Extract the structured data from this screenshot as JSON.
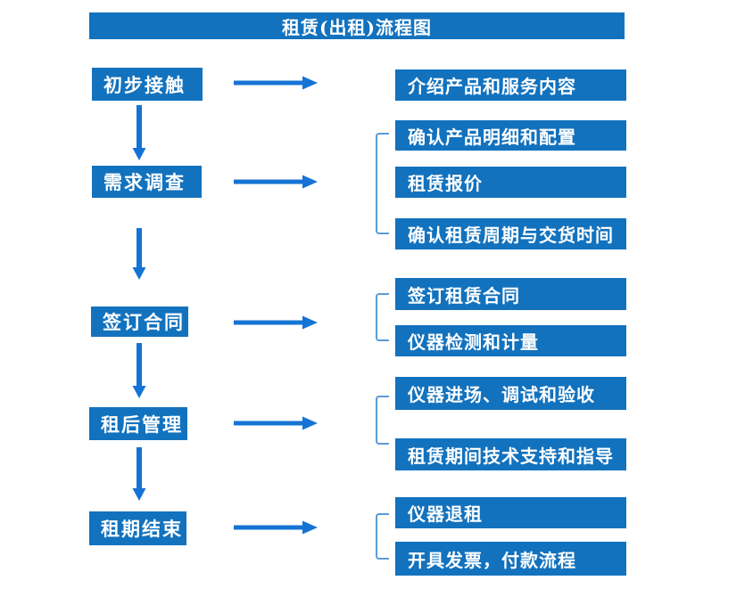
{
  "title": "租赁(出租)流程图",
  "colors": {
    "box_blue": "#1272BE",
    "arrow_blue": "#1573D4",
    "bracket_blue": "#5B9BD5",
    "text_white": "#FFFFFF"
  },
  "stages": [
    {
      "label": "初步接触",
      "details": [
        "介绍产品和服务内容"
      ]
    },
    {
      "label": "需求调查",
      "details": [
        "确认产品明细和配置",
        "租赁报价",
        "确认租赁周期与交货时间"
      ]
    },
    {
      "label": "签订合同",
      "details": [
        "签订租赁合同",
        "仪器检测和计量"
      ]
    },
    {
      "label": "租后管理",
      "details": [
        "仪器进场、调试和验收",
        "租赁期间技术支持和指导"
      ]
    },
    {
      "label": "租期结束",
      "details": [
        "仪器退租",
        "开具发票，付款流程"
      ]
    }
  ]
}
